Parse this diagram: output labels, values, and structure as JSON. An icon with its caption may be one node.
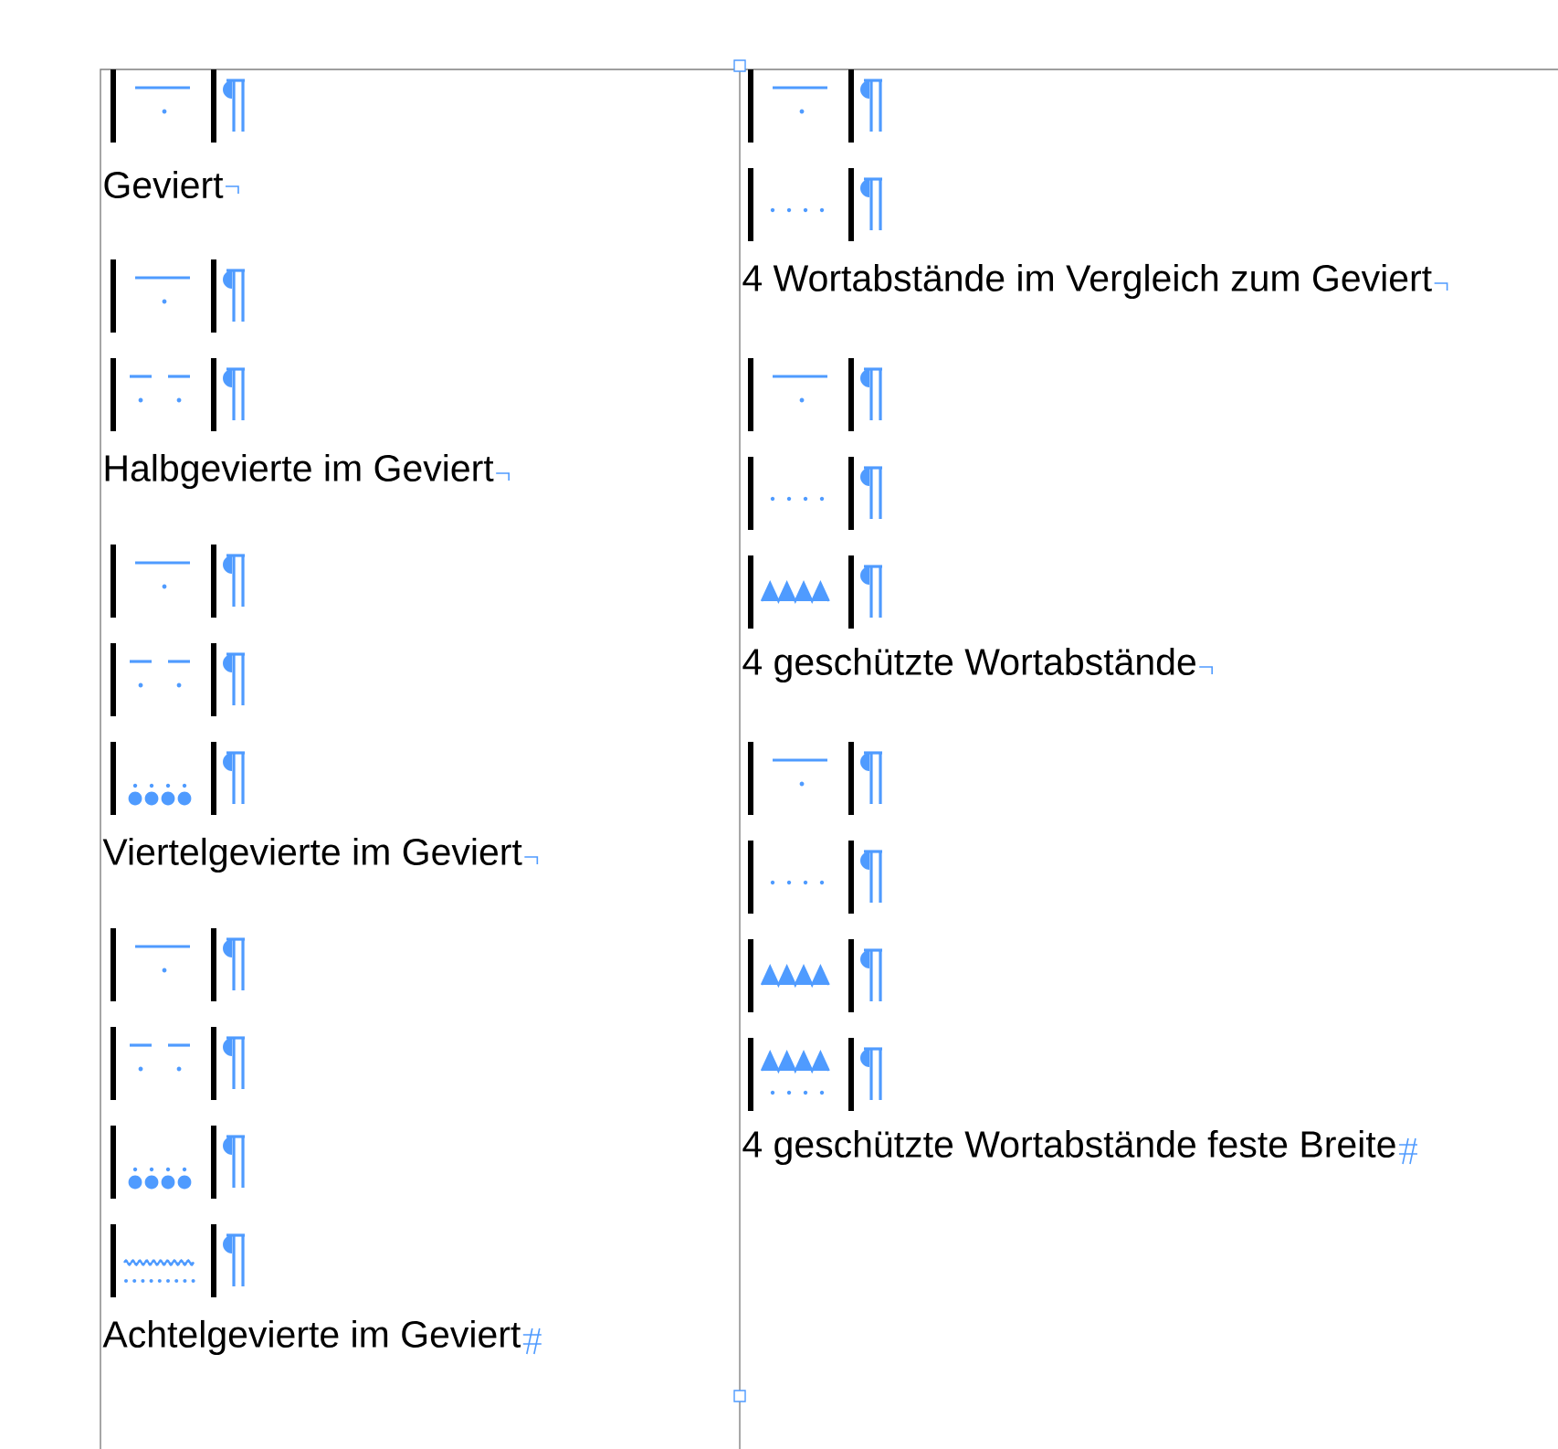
{
  "diagram": {
    "labels": [
      "Geviert",
      "Halbgevierte im Geviert",
      "Viertelgevierte im Geviert",
      "Achtelgevierte im Geviert",
      "4 Wortabstände im Vergleich zum Geviert",
      "4 geschützte Wortabstände",
      "4 geschützte Wortabstände feste Breite"
    ]
  }
}
